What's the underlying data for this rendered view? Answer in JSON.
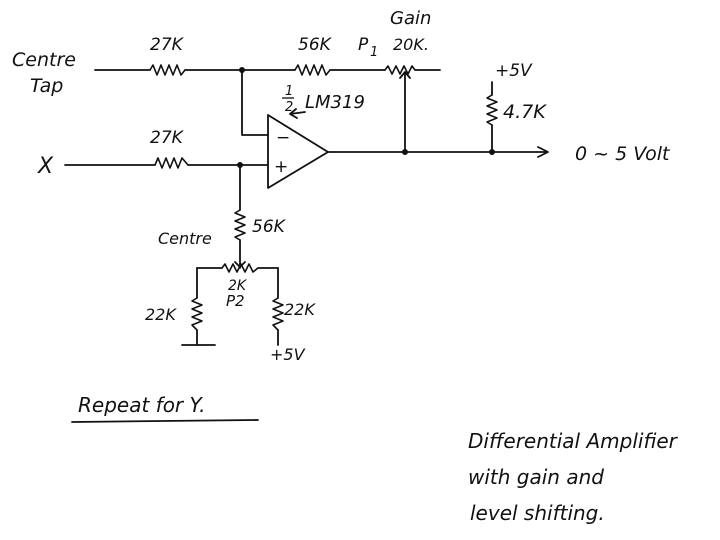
{
  "labels": {
    "gain": "Gain",
    "centre_tap_1": "Centre",
    "centre_tap_2": "Tap",
    "r_top_left": "27K",
    "r_feedback": "56K",
    "p1_name": "P",
    "p1_sub": "1",
    "p1_value": "20K.",
    "supply_top": "+5V",
    "pullup": "4.7K",
    "opamp_frac_num": "1",
    "opamp_frac_den": "2",
    "opamp_part": "LM319",
    "input_x": "X",
    "r_x_input": "27K",
    "minus": "−",
    "plus": "+",
    "output": "0 ~ 5 Volt",
    "r_bias": "56K",
    "centre": "Centre",
    "p2_value": "2K",
    "p2_name": "P2",
    "r_low_left": "22K",
    "r_low_right": "22K",
    "supply_bottom": "+5V",
    "repeat_note": "Repeat for Y.",
    "caption_1": "Differential Amplifier",
    "caption_2": "with gain and",
    "caption_3": "level shifting."
  }
}
